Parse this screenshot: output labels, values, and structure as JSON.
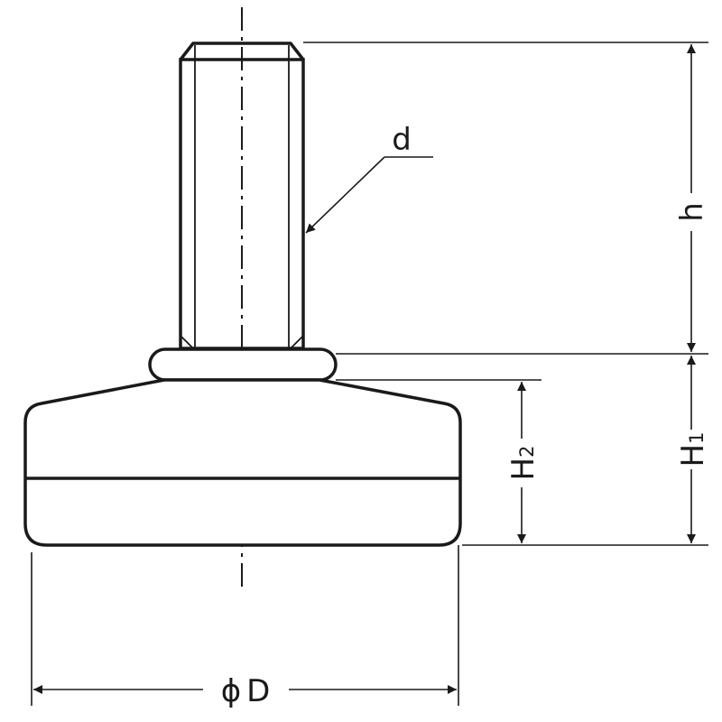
{
  "labels": {
    "thread_dia": "d",
    "stud_height": "h",
    "total_height": "H",
    "total_height_sub": "1",
    "base_height": "H",
    "base_height_sub": "2",
    "diameter_symbol": "ϕ",
    "diameter": "D"
  },
  "colors": {
    "line": "#1a1a1a",
    "background": "#ffffff"
  }
}
